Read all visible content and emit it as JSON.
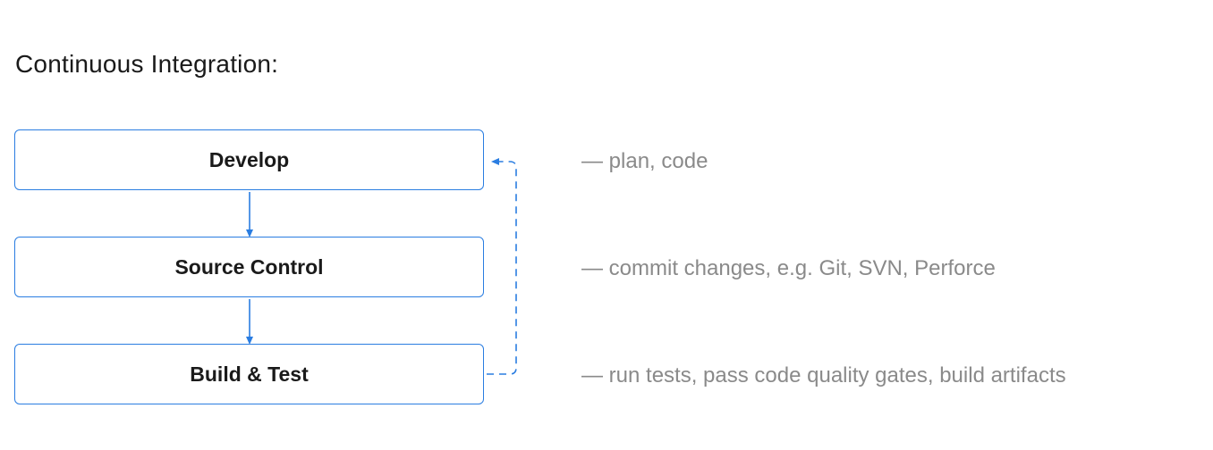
{
  "title": "Continuous Integration:",
  "steps": [
    {
      "label": "Develop",
      "note": "— plan, code"
    },
    {
      "label": "Source Control",
      "note": "— commit changes, e.g. Git, SVN, Perforce"
    },
    {
      "label": "Build & Test",
      "note": "— run tests, pass code quality gates, build artifacts"
    }
  ],
  "colors": {
    "accent": "#2a7de1",
    "text": "#1a1a1a",
    "note": "#8a8a8a"
  }
}
